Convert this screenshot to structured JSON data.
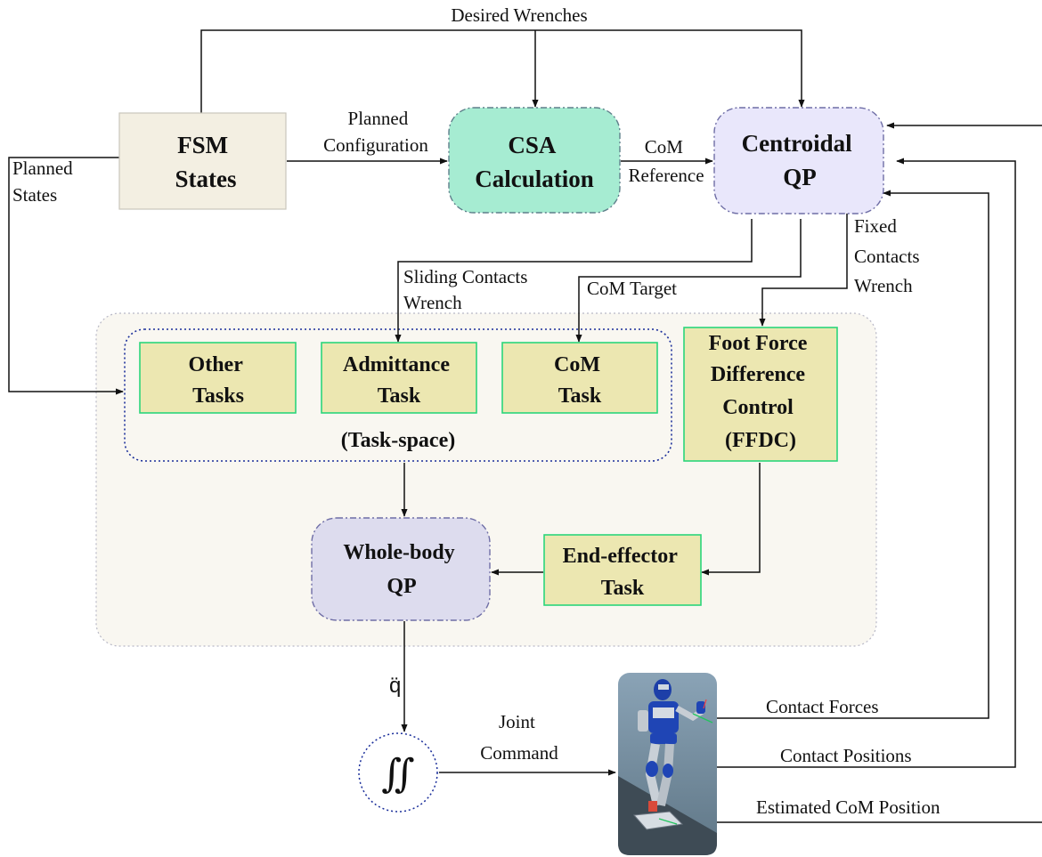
{
  "nodes": {
    "fsm": [
      "FSM",
      "States"
    ],
    "csa": [
      "CSA",
      "Calculation"
    ],
    "centroidal_qp": [
      "Centroidal",
      "QP"
    ],
    "other_tasks": [
      "Other",
      "Tasks"
    ],
    "admittance_task": [
      "Admittance",
      "Task"
    ],
    "com_task": [
      "CoM",
      "Task"
    ],
    "task_space_label": "(Task-space)",
    "ffdc": [
      "Foot Force",
      "Difference",
      "Control",
      "(FFDC)"
    ],
    "whole_body_qp": [
      "Whole-body",
      "QP"
    ],
    "end_effector_task": [
      "End-effector",
      "Task"
    ],
    "integrator_symbol": "∬"
  },
  "edges": {
    "desired_wrenches": "Desired Wrenches",
    "planned_configuration": [
      "Planned",
      "Configuration"
    ],
    "com_reference": [
      "CoM",
      "Reference"
    ],
    "planned_states": [
      "Planned",
      "States"
    ],
    "sliding_contacts_wrench": [
      "Sliding Contacts",
      "Wrench"
    ],
    "com_target": "CoM Target",
    "fixed_contacts_wrench": [
      "Fixed",
      "Contacts",
      "Wrench"
    ],
    "qddot": "q̈",
    "joint_command": [
      "Joint",
      "Command"
    ],
    "contact_forces": "Contact Forces",
    "contact_positions": "Contact Positions",
    "estimated_com_position": "Estimated CoM Position"
  },
  "robot_image": "humanoid-robot-render",
  "colors": {
    "fsm_fill": "#f3efe2",
    "csa_fill": "#a6ecd2",
    "qp_fill": "#e9e7fb",
    "wbqp_fill": "#dddcee",
    "task_fill": "#ece7b1",
    "task_border": "#2bd67b",
    "panel_fill": "#f9f7f1",
    "dotted_blue": "#1a2e9a",
    "qp_border": "#6f6ea6",
    "line": "#111111"
  }
}
